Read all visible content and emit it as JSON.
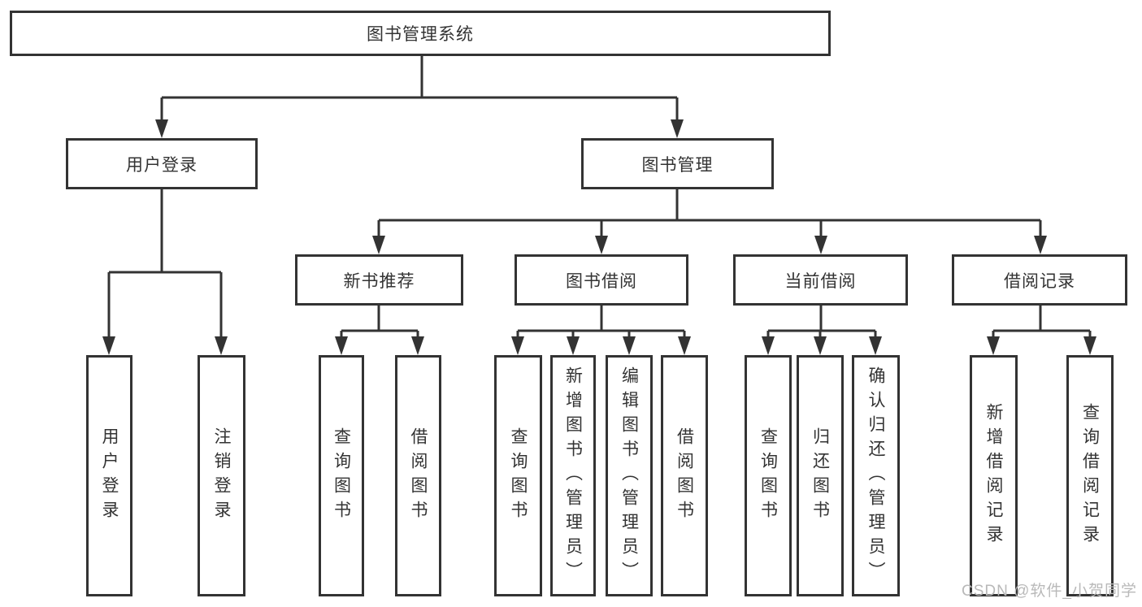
{
  "diagram": {
    "root": {
      "label": "图书管理系统"
    },
    "branches": [
      {
        "label": "用户登录",
        "children": [
          {
            "label": "用户登录"
          },
          {
            "label": "注销登录"
          }
        ]
      },
      {
        "label": "图书管理",
        "children": [
          {
            "label": "新书推荐",
            "children": [
              {
                "label": "查询图书"
              },
              {
                "label": "借阅图书"
              }
            ]
          },
          {
            "label": "图书借阅",
            "children": [
              {
                "label": "查询图书"
              },
              {
                "label": "新增图书（管理员）"
              },
              {
                "label": "编辑图书（管理员）"
              },
              {
                "label": "借阅图书"
              }
            ]
          },
          {
            "label": "当前借阅",
            "children": [
              {
                "label": "查询图书"
              },
              {
                "label": "归还图书"
              },
              {
                "label": "确认归还（管理员）"
              }
            ]
          },
          {
            "label": "借阅记录",
            "children": [
              {
                "label": "新增借阅记录"
              },
              {
                "label": "查询借阅记录"
              }
            ]
          }
        ]
      }
    ]
  },
  "watermark": {
    "text": "CSDN @软件_小贺同学"
  },
  "colors": {
    "line": "#333333",
    "box_border": "#333333",
    "text": "#333333",
    "watermark": "#b9b9b9",
    "background": "#ffffff"
  }
}
